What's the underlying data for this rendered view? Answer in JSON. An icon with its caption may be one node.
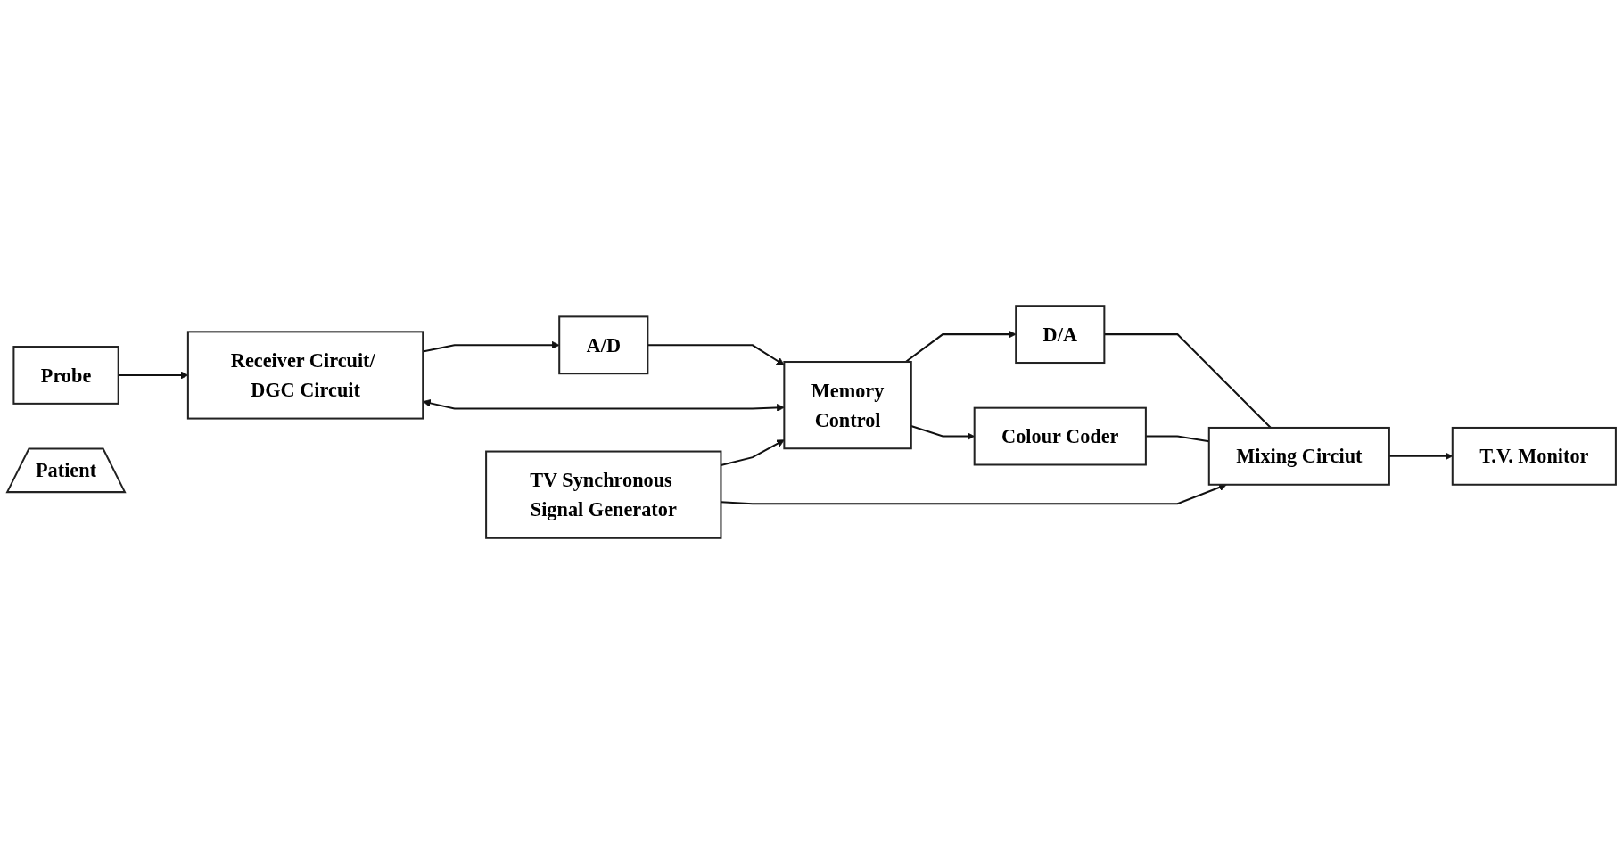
{
  "diagram": {
    "nodes": [
      {
        "text": [
          "Probe"
        ]
      },
      {
        "text": [
          "Receiver Circuit/ DGC Circuit"
        ]
      },
      {
        "text": [
          "A/D"
        ]
      },
      {
        "text": [
          "Memory",
          "Control"
        ]
      },
      {
        "text": [
          "D/A"
        ]
      },
      {
        "text": [
          "Colour Coder"
        ]
      },
      {
        "text": [
          "Mixing Circiut"
        ]
      },
      {
        "text": [
          "T.V. Monitor"
        ]
      },
      {
        "text": [
          "TV Synchronous Signal Generator"
        ]
      },
      {
        "text": [
          "Patient"
        ]
      }
    ],
    "edges": [
      {
        "from": 0,
        "to": 1,
        "arrow": "to"
      },
      {
        "from": 1,
        "to": 2,
        "arrow": "to"
      },
      {
        "from": 2,
        "to": 3,
        "arrow": "to"
      },
      {
        "from": 1,
        "to": 3,
        "arrow": "both"
      },
      {
        "from": 3,
        "to": 4,
        "arrow": "to"
      },
      {
        "from": 3,
        "to": 5,
        "arrow": "to"
      },
      {
        "from": 4,
        "to": 6,
        "arrow": "none"
      },
      {
        "from": 5,
        "to": 6,
        "arrow": "none"
      },
      {
        "from": 6,
        "to": 7,
        "arrow": "to"
      },
      {
        "from": 8,
        "to": 3,
        "arrow": "to"
      },
      {
        "from": 8,
        "to": 6,
        "arrow": "to"
      }
    ]
  }
}
